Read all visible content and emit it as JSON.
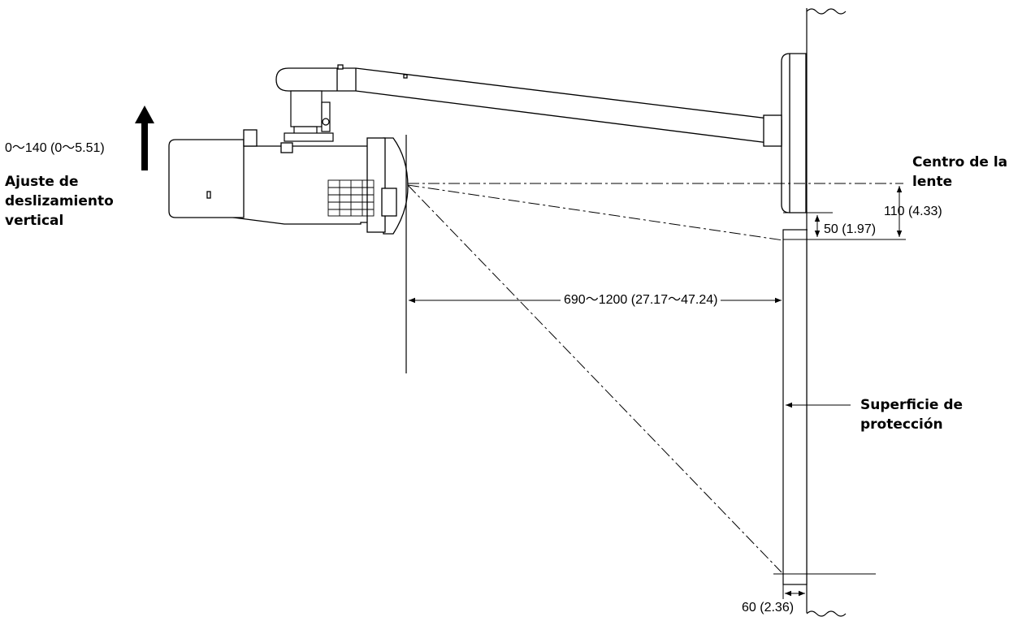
{
  "labels": {
    "vertical_slide": [
      "Ajuste de",
      "deslizamiento",
      "vertical"
    ],
    "lens_center": [
      "Centro de la",
      "lente"
    ],
    "protection_surface": [
      "Superficie de",
      "protección"
    ]
  },
  "dimensions": {
    "slide_range": "0～140 (0～5.51)",
    "lens_to_surface": "690～1200 (27.17～47.24)",
    "lens_offset": "110 (4.33)",
    "edge_offset": "50 (1.97)",
    "wall_gap": "60 (2.36)"
  },
  "colors": {
    "line": "#000000",
    "fill": "#ffffff"
  }
}
